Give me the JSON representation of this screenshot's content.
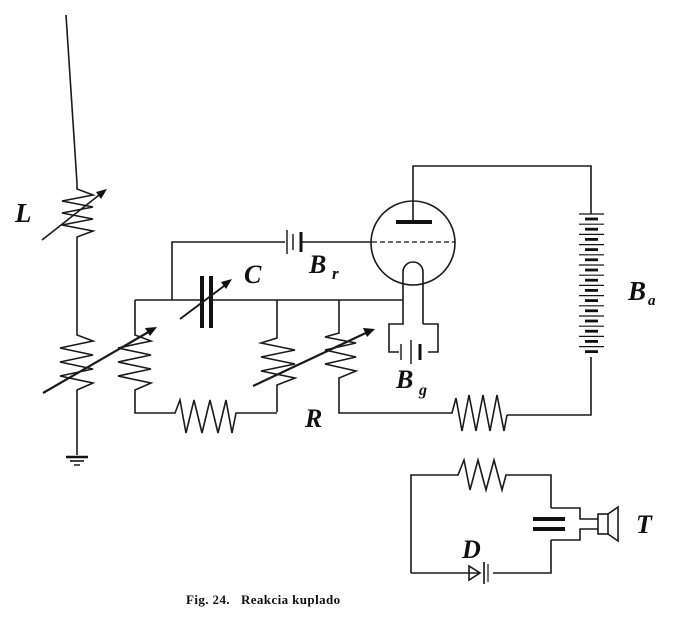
{
  "figure": {
    "caption": "Fig. 24.   Reakcia kuplado",
    "labels": {
      "antenna_inductor": "L",
      "variable_capacitor": "C",
      "reaction_battery": "B",
      "reaction_battery_sub": "r",
      "anode_battery": "B",
      "anode_battery_sub": "a",
      "filament_battery": "B",
      "filament_battery_sub": "g",
      "resistor": "R",
      "detector": "D",
      "telephone": "T"
    },
    "components": [
      "antenna",
      "variable-inductor-L",
      "variable-coupling-coils",
      "ground",
      "variable-capacitor-C",
      "reaction-battery-Br",
      "vacuum-triode",
      "filament-battery-Bg",
      "anode-battery-Ba",
      "resistor-R",
      "detector-D",
      "telephone-T",
      "fixed-capacitor"
    ]
  }
}
